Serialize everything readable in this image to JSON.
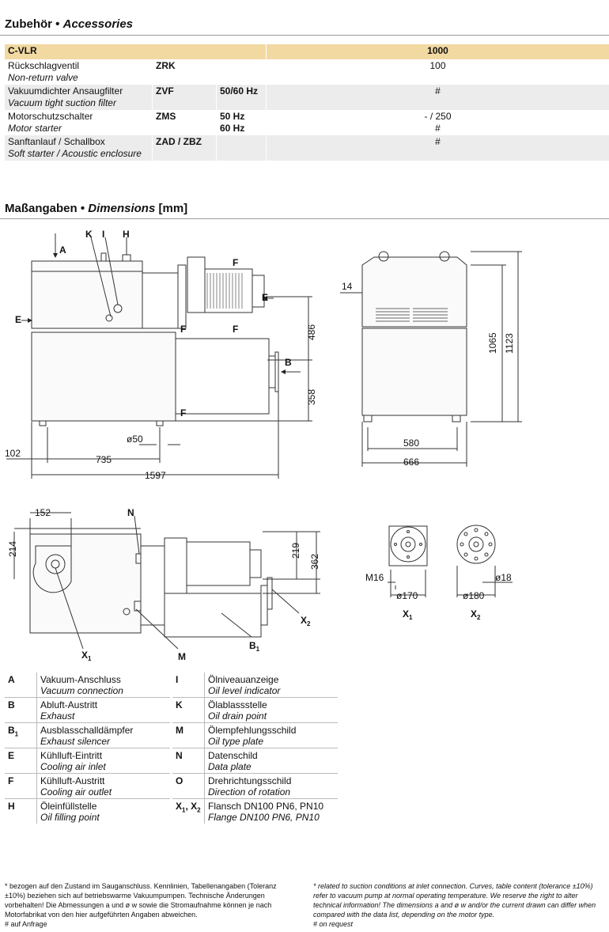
{
  "accessories": {
    "title_de": "Zubehör",
    "bullet": "•",
    "title_en": "Accessories",
    "header": {
      "model": "C-VLR",
      "size": "1000"
    },
    "rows": [
      {
        "de": "Rückschlagventil",
        "en": "Non-return valve",
        "code": "ZRK",
        "spec": "",
        "value": "100"
      },
      {
        "de": "Vakuumdichter Ansaugfilter",
        "en": "Vacuum tight suction filter",
        "code": "ZVF",
        "spec": "50/60 Hz",
        "value": "#"
      },
      {
        "de": "Motorschutzschalter",
        "en": "Motor starter",
        "code": "ZMS",
        "spec": "50 Hz",
        "spec2": "60 Hz",
        "value": "- / 250",
        "value2": "#"
      },
      {
        "de": "Sanftanlauf / Schallbox",
        "en": "Soft starter / Acoustic enclosure",
        "code": "ZAD / ZBZ",
        "spec": "",
        "value": "#"
      }
    ]
  },
  "dimensions": {
    "title_de": "Maßangaben",
    "bullet": "•",
    "title_en": "Dimensions",
    "unit": "[mm]",
    "labels": {
      "A": "A",
      "K": "K",
      "I": "I",
      "H": "H",
      "E": "E",
      "F": "F",
      "B": "B",
      "B1": "B",
      "B1_sub": "1",
      "N": "N",
      "M": "M",
      "X1": "X",
      "X1_sub": "1",
      "X2": "X",
      "X2_sub": "2"
    },
    "values": {
      "d486": "486",
      "d358": "358",
      "d50": "ø50",
      "d102": "102",
      "d735": "735",
      "d1597": "1597",
      "d14": "14",
      "d1065": "1065",
      "d1123": "1123",
      "d580": "580",
      "d666": "666",
      "d152": "152",
      "d214": "214",
      "d219": "219",
      "d362": "362",
      "m16": "M16",
      "d170": "ø170",
      "d18": "ø18",
      "d180": "ø180"
    }
  },
  "legend": {
    "left": [
      {
        "key": "A",
        "de": "Vakuum-Anschluss",
        "en": "Vacuum connection"
      },
      {
        "key": "B",
        "de": "Abluft-Austritt",
        "en": "Exhaust"
      },
      {
        "key": "B",
        "sub": "1",
        "de": "Ausblasschalldämpfer",
        "en": "Exhaust silencer"
      },
      {
        "key": "E",
        "de": "Kühlluft-Eintritt",
        "en": "Cooling air inlet"
      },
      {
        "key": "F",
        "de": "Kühlluft-Austritt",
        "en": "Cooling air outlet"
      },
      {
        "key": "H",
        "de": "Öleinfüllstelle",
        "en": "Oil filling point"
      }
    ],
    "right": [
      {
        "key": "I",
        "de": "Ölniveauanzeige",
        "en": "Oil level indicator"
      },
      {
        "key": "K",
        "de": "Ölablassstelle",
        "en": "Oil drain point"
      },
      {
        "key": "M",
        "de": "Ölempfehlungsschild",
        "en": "Oil type plate"
      },
      {
        "key": "N",
        "de": "Datenschild",
        "en": "Data plate"
      },
      {
        "key": "O",
        "de": "Drehrichtungsschild",
        "en": "Direction of rotation"
      },
      {
        "key": "X",
        "sub": "1",
        "key2": "X",
        "sub2": "2",
        "de": "Flansch DN100 PN6, PN10",
        "en": "Flange DN100 PN6, PN10"
      }
    ]
  },
  "footnotes": {
    "de_star": "bezogen auf den Zustand im Sauganschluss. Kennlinien, Tabellenangaben (Toleranz ±10%) beziehen sich auf betriebswarme Vakuumpumpen. Technische Änderungen vorbehalten! Die Abmessungen a und ø w sowie die Stromaufnahme können je nach Motorfabrikat von den hier aufgeführten Angaben abweichen.",
    "de_hash": "auf Anfrage",
    "en_star": "related to suction conditions at inlet connection. Curves, table content (tolerance ±10%) refer to vacuum pump at normal operating temperature. We reserve the right to alter technical information! The dimensions a and ø w and/or the current drawn can differ when compared with the data list, depending on the motor type.",
    "en_hash": "on request",
    "star": "*",
    "hash": "#"
  }
}
